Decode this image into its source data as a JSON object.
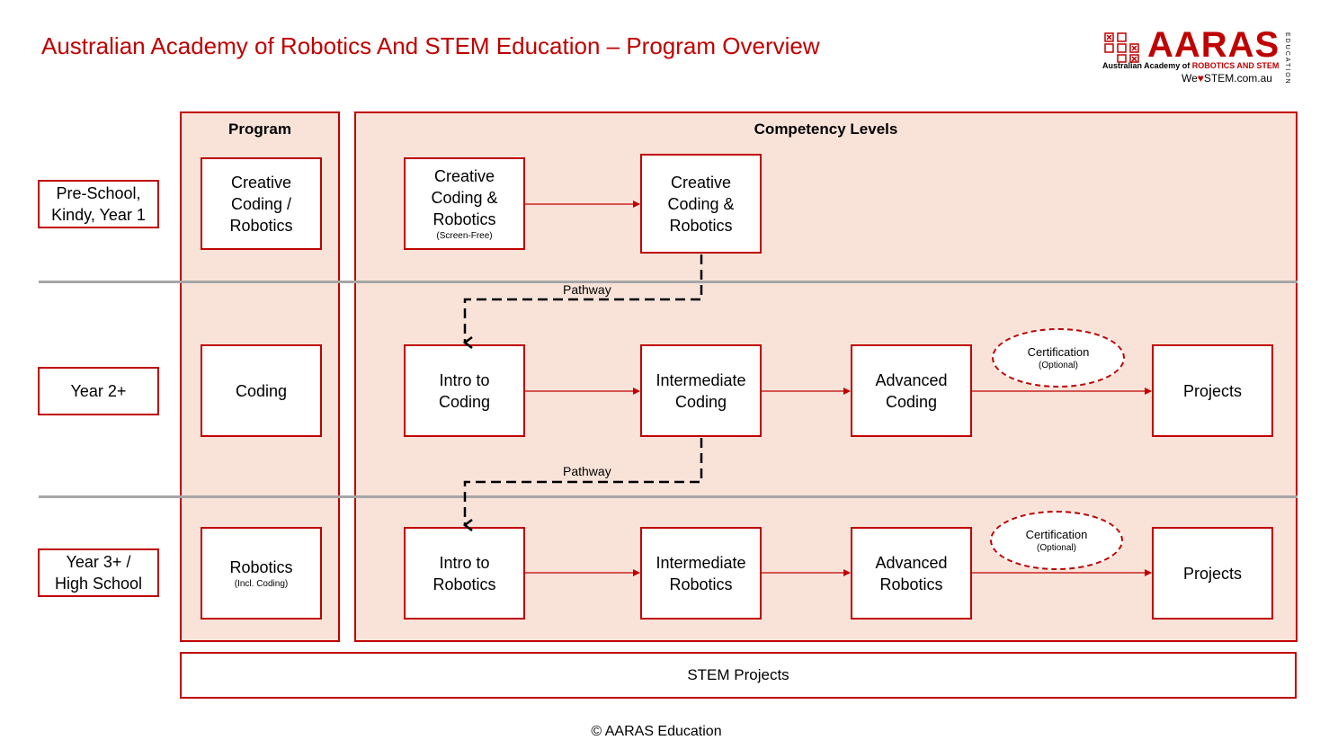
{
  "title": "Australian Academy of Robotics And STEM Education – Program Overview",
  "logo": {
    "wordmark": "AARAS",
    "subtitle_prefix": "Australian Academy of ",
    "subtitle_highlight": "ROBOTICS AND STEM",
    "url_prefix": "We",
    "url_suffix": "STEM.com.au",
    "vertical": "EDUCATION",
    "colors": {
      "accent": "#c00000"
    }
  },
  "columns": {
    "program": "Program",
    "competency": "Competency Levels"
  },
  "rows": [
    {
      "label": "Pre-School, Kindy, Year 1",
      "program": "Creative Coding / Robotics",
      "program_note": ""
    },
    {
      "label": "Year 2+",
      "program": "Coding",
      "program_note": ""
    },
    {
      "label": "Year 3+ / High School",
      "program": "Robotics",
      "program_note": "(Incl. Coding)"
    }
  ],
  "levels": {
    "row1": [
      {
        "title": "Creative Coding & Robotics",
        "note": "(Screen-Free)"
      },
      {
        "title": "Creative Coding & Robotics",
        "note": ""
      }
    ],
    "row2": [
      {
        "title": "Intro to Coding"
      },
      {
        "title": "Intermediate Coding"
      },
      {
        "title": "Advanced Coding"
      },
      {
        "title": "Projects"
      }
    ],
    "row3": [
      {
        "title": "Intro to Robotics"
      },
      {
        "title": "Intermediate Robotics"
      },
      {
        "title": "Advanced Robotics"
      },
      {
        "title": "Projects"
      }
    ]
  },
  "certification": {
    "label": "Certification",
    "note": "(Optional)"
  },
  "pathway_label": "Pathway",
  "stem_projects": "STEM Projects",
  "copyright": "© AARAS Education",
  "colors": {
    "accent": "#c00000",
    "panel_fill": "#f9e3d9",
    "divider": "#a6a6a6"
  }
}
